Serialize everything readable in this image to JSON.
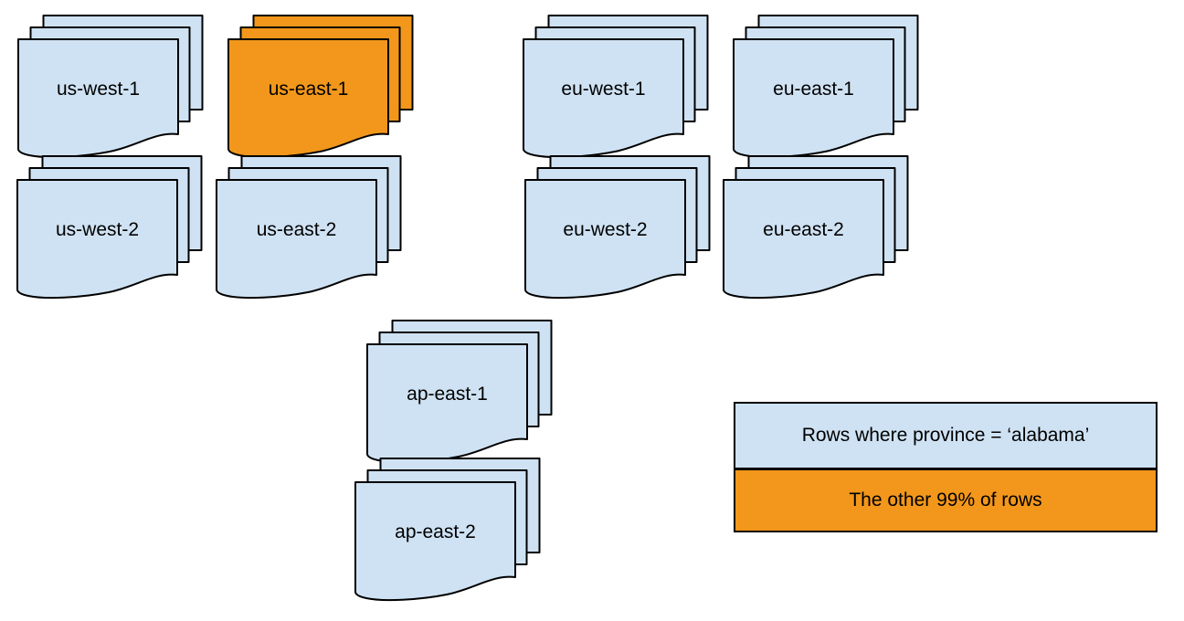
{
  "diagram": {
    "description": "Document stacks representing database partitions per cloud region; one region highlighted",
    "colors": {
      "partition_fill": "#cfe2f3",
      "highlight_fill": "#f2971b",
      "stroke": "#000000",
      "text": "#000000",
      "background": "#ffffff"
    },
    "stacks": [
      {
        "label": "us-west-1",
        "highlighted": false
      },
      {
        "label": "us-east-1",
        "highlighted": true
      },
      {
        "label": "eu-west-1",
        "highlighted": false
      },
      {
        "label": "eu-east-1",
        "highlighted": false
      },
      {
        "label": "us-west-2",
        "highlighted": false
      },
      {
        "label": "us-east-2",
        "highlighted": false
      },
      {
        "label": "eu-west-2",
        "highlighted": false
      },
      {
        "label": "eu-east-2",
        "highlighted": false
      },
      {
        "label": "ap-east-1",
        "highlighted": false
      },
      {
        "label": "ap-east-2",
        "highlighted": false
      }
    ],
    "legend": {
      "items": [
        {
          "label": "Rows where province = ‘alabama’",
          "color": "#cfe2f3"
        },
        {
          "label": "The other 99% of rows",
          "color": "#f2971b"
        }
      ]
    }
  }
}
